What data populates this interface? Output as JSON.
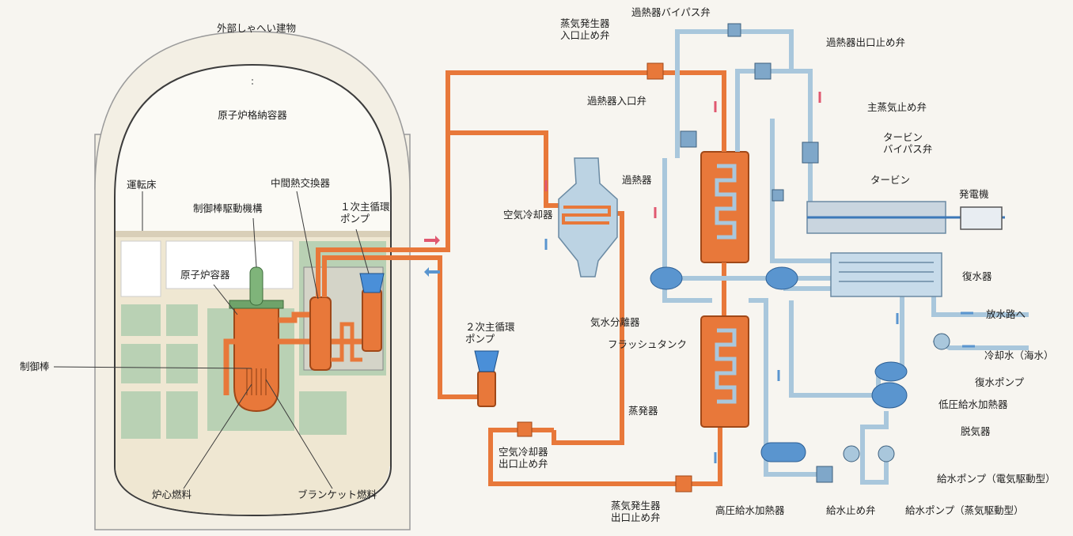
{
  "labels": {
    "outer_building": "外部しゃへい建物",
    "containment": "原子炉格納容器",
    "operating_floor": "運転床",
    "intermediate_hx": "中間熱交換器",
    "crdm": "制御棒駆動機構",
    "primary_pump": "１次主循環\nポンプ",
    "reactor_vessel": "原子炉容器",
    "control_rod": "制御棒",
    "core_fuel": "炉心燃料",
    "blanket_fuel": "ブランケット燃料",
    "secondary_pump": "２次主循環\nポンプ",
    "air_cooler": "空気冷却器",
    "air_cooler_outlet_valve": "空気冷却器\n出口止め弁",
    "sg_inlet_valve": "蒸気発生器\n入口止め弁",
    "sg_outlet_valve": "蒸気発生器\n出口止め弁",
    "superheater_bypass_valve": "過熱器バイパス弁",
    "superheater_outlet_valve": "過熱器出口止め弁",
    "superheater_inlet_valve": "過熱器入口弁",
    "superheater": "過熱器",
    "main_steam_stop_valve": "主蒸気止め弁",
    "turbine_bypass_valve": "タービン\nバイパス弁",
    "turbine": "タービン",
    "generator": "発電機",
    "condenser": "復水器",
    "steam_water_separator": "気水分離器",
    "flash_tank": "フラッシュタンク",
    "evaporator": "蒸発器",
    "to_drain": "放水路へ",
    "cooling_water": "冷却水（海水）",
    "condensate_pump": "復水ポンプ",
    "lp_feedwater_heater": "低圧給水加熱器",
    "deaerator": "脱気器",
    "fw_pump_motor": "給水ポンプ（電気駆動型）",
    "fw_pump_steam": "給水ポンプ（蒸気駆動型）",
    "fw_stop_valve": "給水止め弁",
    "hp_feedwater_heater": "高圧給水加熱器"
  },
  "colors": {
    "sodium_primary": "#e8783a",
    "sodium_secondary": "#e8783a",
    "water_steam": "#a9c7dc",
    "containment_fill": "#fbfaf5",
    "cell_green": "#b9d1b4",
    "floor_beige": "#efe7d2",
    "flow_hot": "#e05870",
    "flow_cold": "#5a95cf"
  }
}
